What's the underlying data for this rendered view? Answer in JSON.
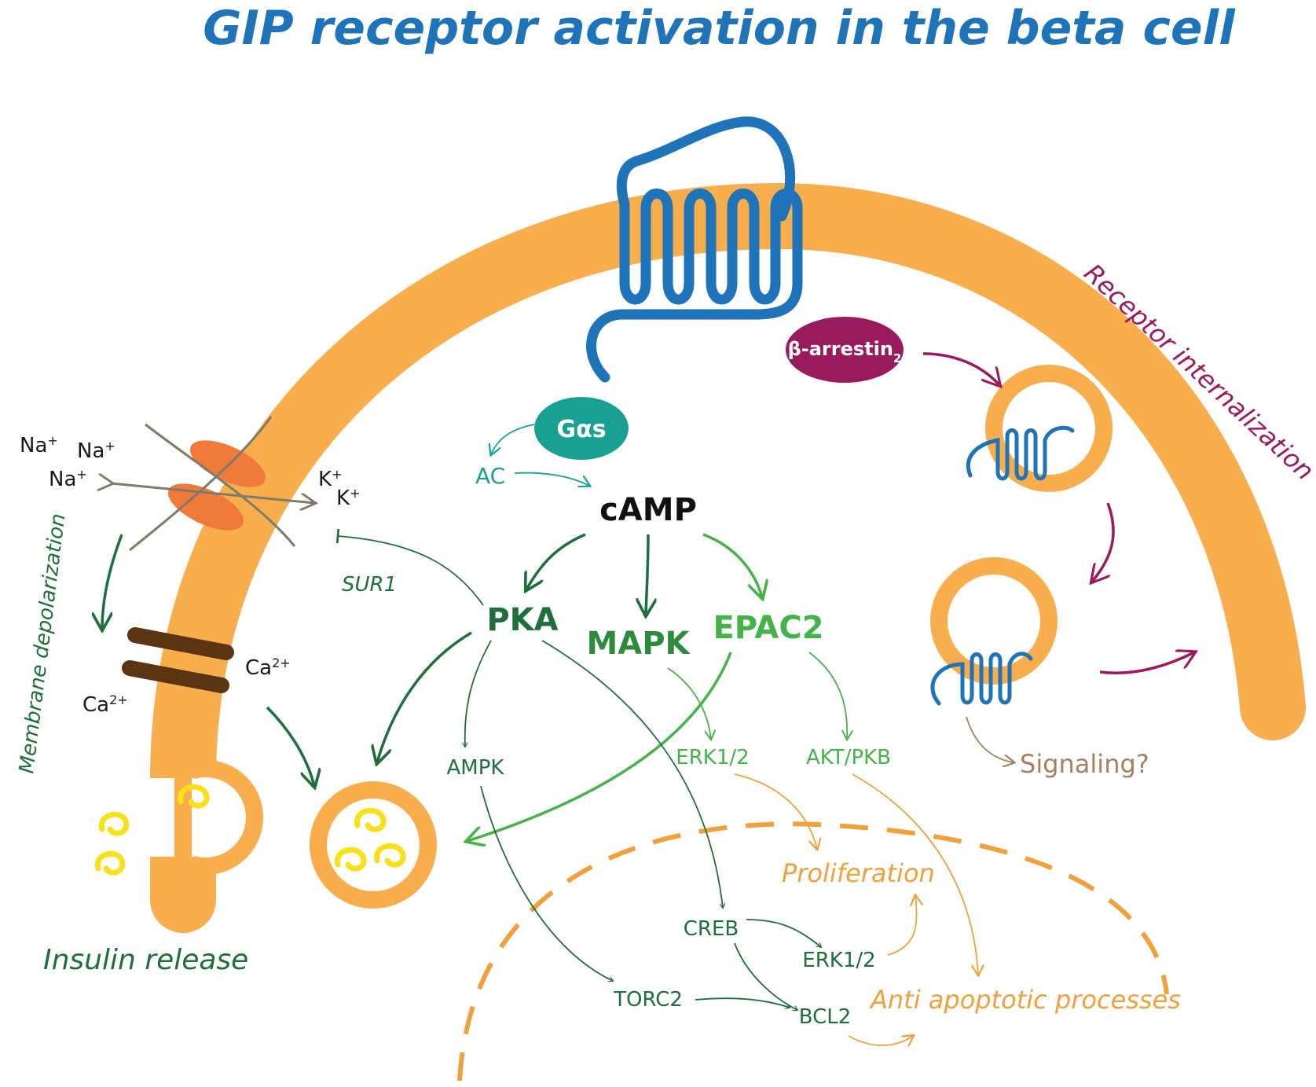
{
  "title": "GIP receptor activation in the beta cell",
  "colors": {
    "membrane": "#f8ae4c",
    "receptor": "#1f73b8",
    "dark_green": "#1e6f3c",
    "light_green": "#46b34a",
    "teal": "#1aa092",
    "purple": "#9a1b5d",
    "orange_text": "#f0a13c",
    "channel": "#f07a3a",
    "ca_channel": "#5b3414",
    "insulin": "#f7e11b",
    "brown_text": "#a88060",
    "grey_arrow": "#7f7a6a"
  },
  "nodes": {
    "gas": "Gαs",
    "ac": "AC",
    "camp": "cAMP",
    "pka": "PKA",
    "mapk": "MAPK",
    "epac2": "EPAC2",
    "sur1": "SUR1",
    "ampk": "AMPK",
    "erk12_top": "ERK1/2",
    "akt_pkb": "AKT/PKB",
    "creb": "CREB",
    "erk12_nuc": "ERK1/2",
    "torc2": "TORC2",
    "bcl2": "BCL2",
    "barrestin": "β-arrestin",
    "barrestin_sub": "2"
  },
  "ions": {
    "na1": "Na",
    "na2": "Na",
    "na3": "Na",
    "na_charge": "+",
    "k1": "K",
    "k2": "K",
    "k_charge": "+",
    "ca1": "Ca",
    "ca2": "Ca",
    "ca_charge": "2+"
  },
  "labels": {
    "membrane_depolarization": "Membrane depolarization",
    "insulin_release": "Insulin release",
    "receptor_internalization": "Receptor internalization",
    "signaling": "Signaling?",
    "proliferation": "Proliferation",
    "anti_apoptotic": "Anti apoptotic processes"
  }
}
